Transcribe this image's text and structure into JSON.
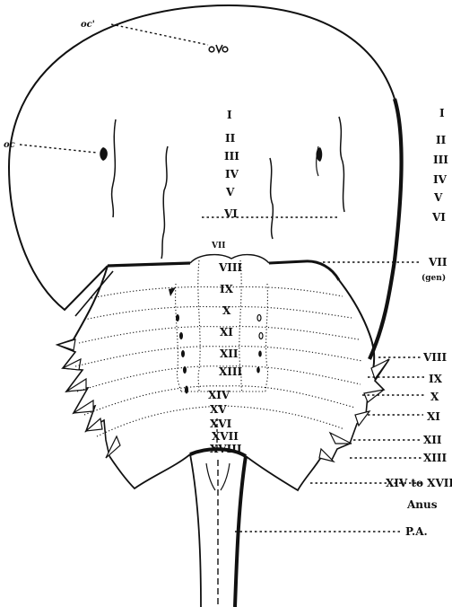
{
  "labels": {
    "oc_prime": "oc'",
    "oc": "oc",
    "carapace_segments": [
      "I",
      "II",
      "III",
      "IV",
      "V",
      "VI"
    ],
    "right_I_VI": [
      "I",
      "II",
      "III",
      "IV",
      "V",
      "VI"
    ],
    "inner_abdomen": [
      "VII",
      "VIII",
      "IX",
      "X",
      "XI",
      "XII",
      "XIII"
    ],
    "inner_lower": [
      "XIV",
      "XV",
      "XVI",
      "XVII",
      "XVIII"
    ],
    "right_VII": "VII",
    "right_VII_sub": "(gen)",
    "right_VIII_XIII": [
      "VIII",
      "IX",
      "X",
      "XI",
      "XII",
      "XIII"
    ],
    "right_XIV_XVIII": "XIV to XVIII",
    "anus": "Anus",
    "pa": "P.A."
  }
}
